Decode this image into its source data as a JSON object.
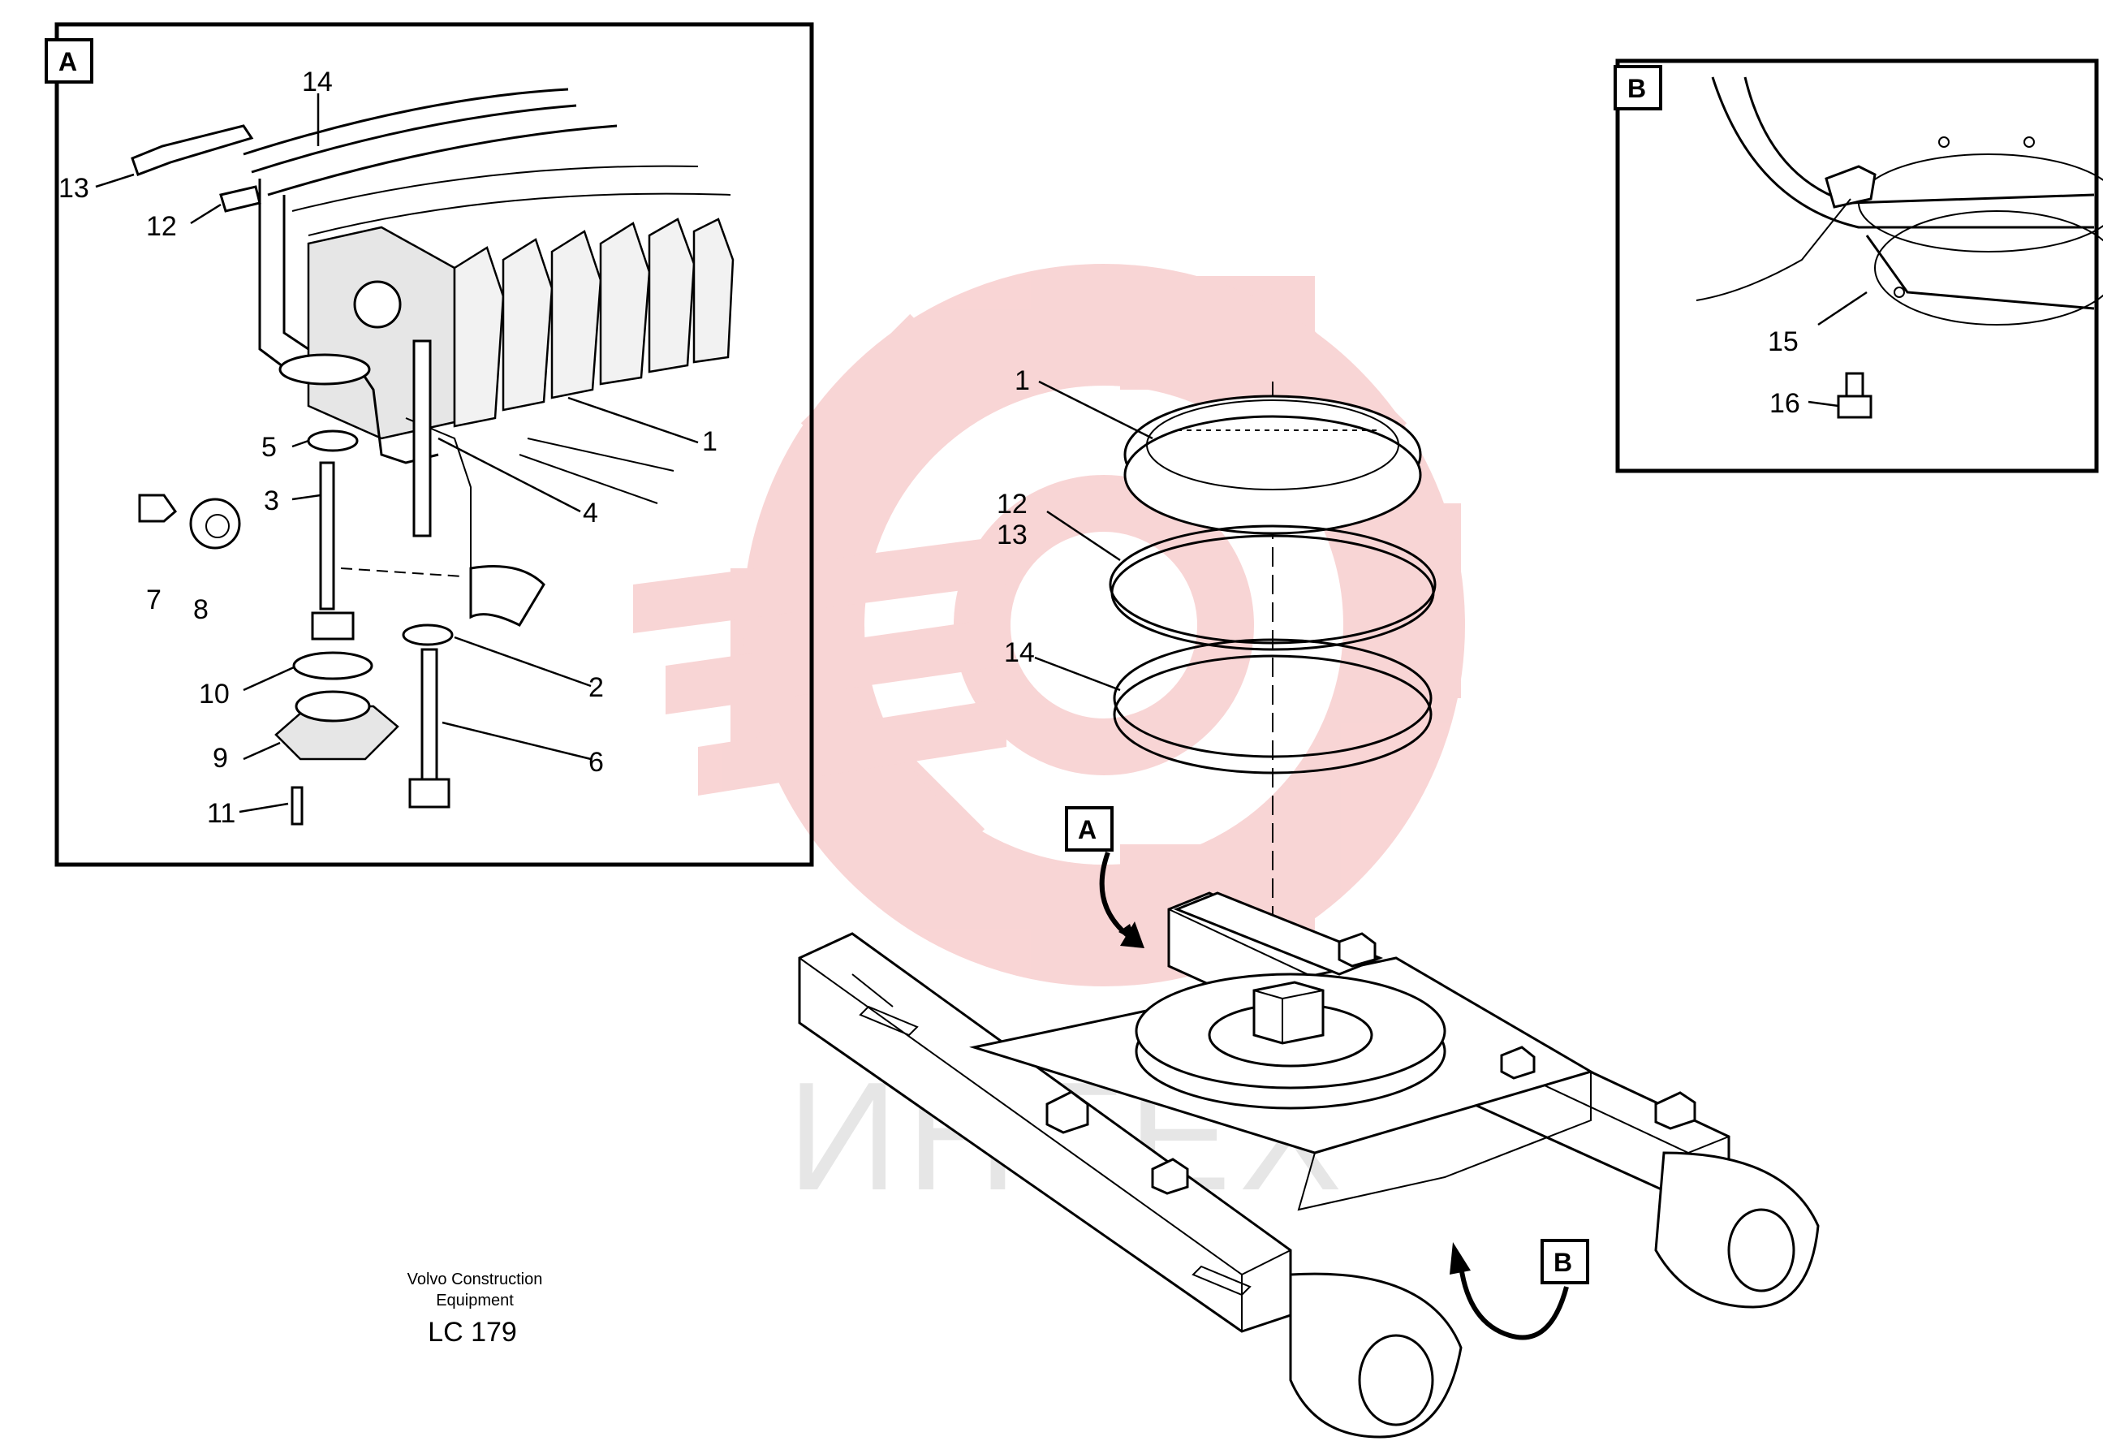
{
  "detail_a": {
    "label": "A",
    "callouts": {
      "c1": "1",
      "c2": "2",
      "c3": "3",
      "c4": "4",
      "c5": "5",
      "c6": "6",
      "c7": "7",
      "c8": "8",
      "c9": "9",
      "c10": "10",
      "c11": "11",
      "c12": "12",
      "c13": "13",
      "c14": "14"
    }
  },
  "detail_b": {
    "label": "B",
    "callouts": {
      "c15": "15",
      "c16": "16"
    }
  },
  "main_view": {
    "callouts": {
      "c1": "1",
      "c12": "12",
      "c13": "13",
      "c14": "14"
    },
    "pointer_a": "A",
    "pointer_b": "B"
  },
  "watermark": {
    "text": "ИНТЕХ",
    "color": "#f2b6b6"
  },
  "footer": {
    "line1": "Volvo Construction",
    "line2": "Equipment",
    "code": "LC 179"
  }
}
